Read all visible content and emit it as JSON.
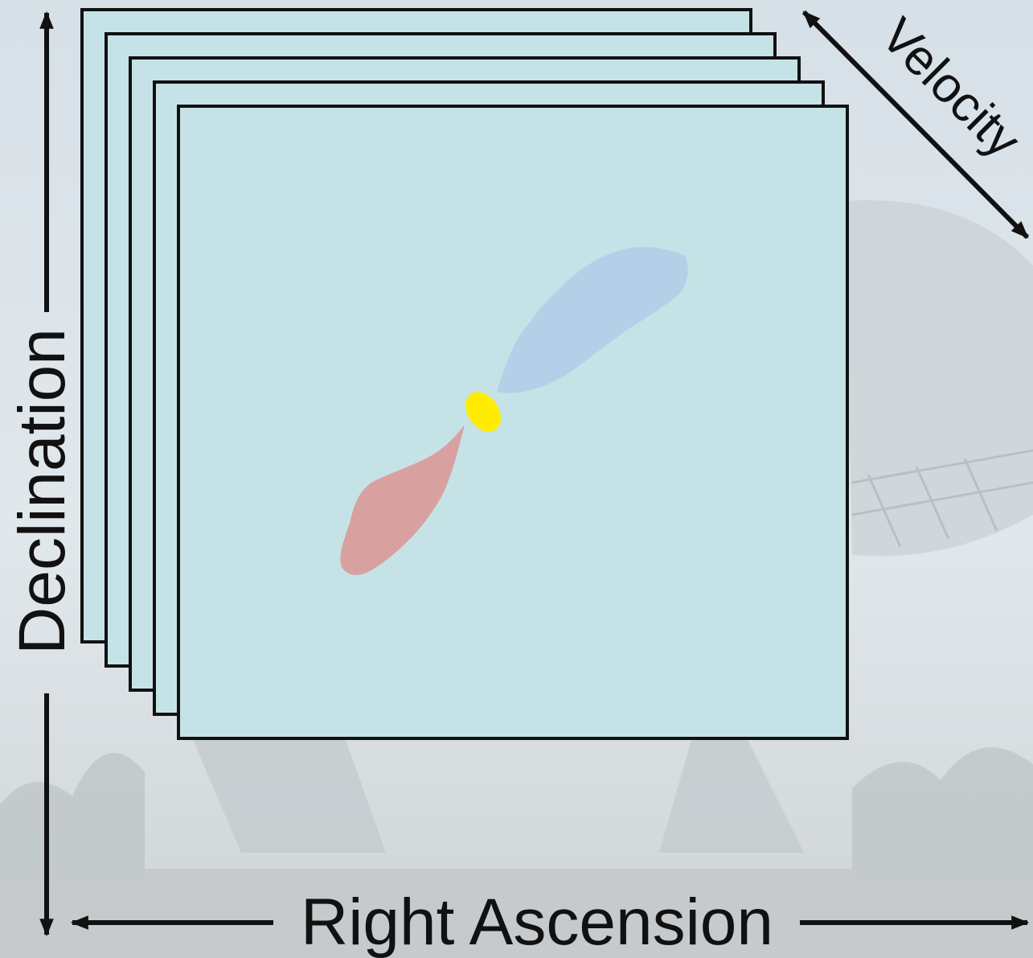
{
  "diagram": {
    "axes": {
      "x_label": "Right Ascension",
      "y_label": "Declination",
      "z_label": "Velocity"
    },
    "cube": {
      "channel_count": 5,
      "plane_color": "#c5e3e6",
      "outline_color": "#111111"
    },
    "emission": {
      "blueshifted_lobe_color": "#b3d0e8",
      "redshifted_lobe_color": "#d9a0a0",
      "core_color": "#ffec00"
    },
    "background": {
      "sky_color": "#dde6ec",
      "ground_color": "#c7cdd0"
    }
  }
}
